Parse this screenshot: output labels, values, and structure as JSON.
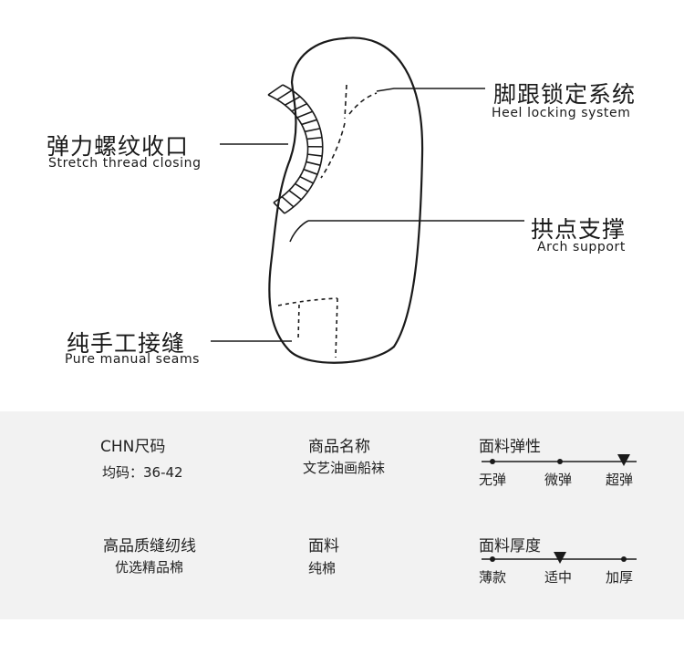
{
  "callouts": {
    "heel": {
      "cn": "脚跟锁定系统",
      "en": "Heel locking system"
    },
    "stretch": {
      "cn": "弹力螺纹收口",
      "en": "Stretch thread closing"
    },
    "arch": {
      "cn": "拱点支撑",
      "en": "Arch support"
    },
    "seams": {
      "cn": "纯手工接缝",
      "en": "Pure manual seams"
    }
  },
  "specs": {
    "size": {
      "title": "CHN尺码",
      "value": "均码：36-42"
    },
    "name": {
      "title": "商品名称",
      "value": "文艺油画船袜"
    },
    "thread": {
      "title": "高品质缝纫线",
      "value": "优选精品棉"
    },
    "material": {
      "title": "面料",
      "value": "纯棉"
    },
    "elasticity": {
      "title": "面料弹性",
      "ticks": [
        "无弹",
        "微弹",
        "超弹"
      ],
      "selected_index": 2
    },
    "thickness": {
      "title": "面料厚度",
      "ticks": [
        "薄款",
        "适中",
        "加厚"
      ],
      "selected_index": 1
    }
  },
  "colors": {
    "line": "#1a1a1a",
    "panel": "#f2f2f2"
  }
}
